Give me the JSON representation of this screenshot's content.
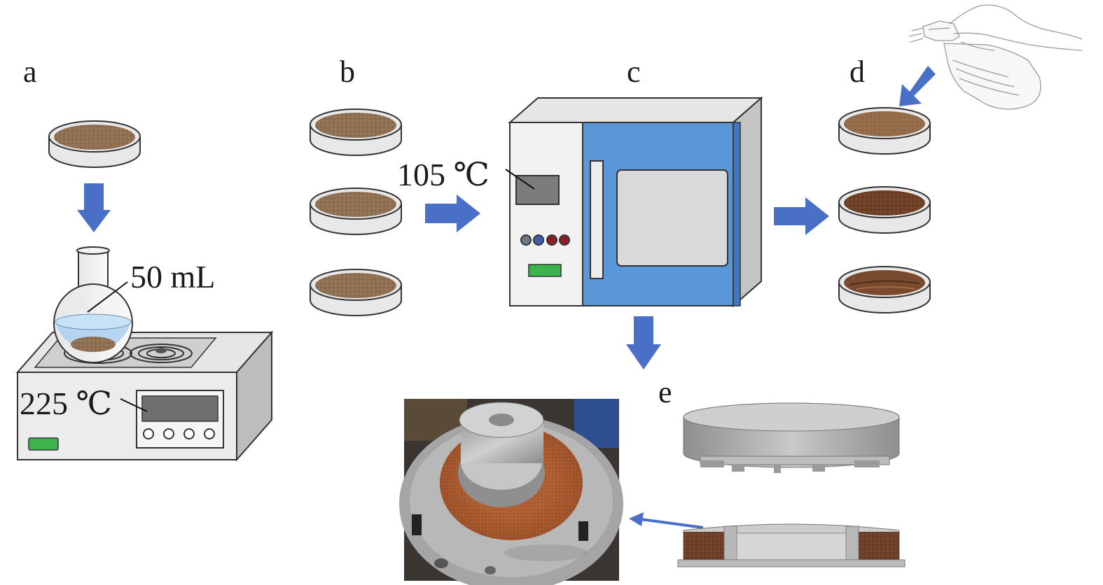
{
  "panels": {
    "a": {
      "label": "a",
      "volume": "50 mL",
      "temperature": "225 ℃"
    },
    "b": {
      "label": "b"
    },
    "c": {
      "label": "c",
      "temperature": "105 ℃"
    },
    "d": {
      "label": "d"
    },
    "e": {
      "label": "e"
    }
  },
  "colors": {
    "arrow": "#4a6fc7",
    "oven_door": "#5b96d9",
    "oven_body": "#f2f2f2",
    "soil": "#8a6a4a",
    "soil_dark": "#6b4026",
    "led_green": "#3cb44b",
    "display": "#7c7c7c",
    "water": "#a9cfee",
    "mold_gray": "#a8a8a8"
  },
  "icons": [
    "petri-dish-icon",
    "flask-icon",
    "hot-plate-icon",
    "drying-oven-icon",
    "spray-bottle-hand-icon",
    "arrow-icon",
    "ring-mold-icon",
    "shear-apparatus-photo"
  ]
}
